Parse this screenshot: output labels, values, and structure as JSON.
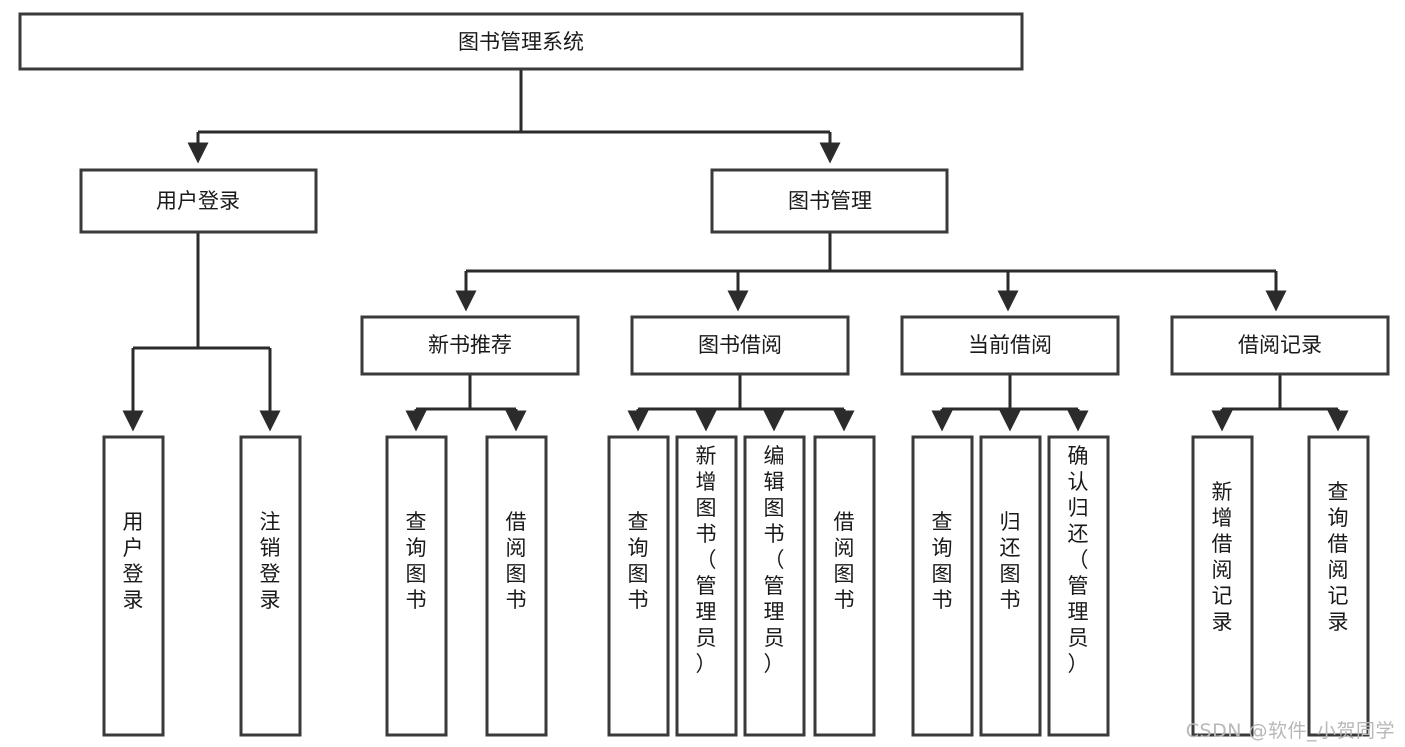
{
  "diagram": {
    "title": "图书管理系统",
    "type": "tree-hierarchy",
    "watermark": "CSDN @软件_小贺同学",
    "colors": {
      "box_stroke": "#3a3a3a",
      "box_fill": "#ffffff",
      "edge": "#2b2b2b",
      "text": "#1a1a1a",
      "watermark": "#b8b8b8",
      "background": "#ffffff"
    },
    "root": {
      "label": "图书管理系统"
    },
    "level2": [
      {
        "label": "用户登录"
      },
      {
        "label": "图书管理"
      }
    ],
    "level3": [
      {
        "label": "新书推荐"
      },
      {
        "label": "图书借阅"
      },
      {
        "label": "当前借阅"
      },
      {
        "label": "借阅记录"
      }
    ],
    "leaves": {
      "user_login": [
        {
          "label": "用户登录"
        },
        {
          "label": "注销登录"
        }
      ],
      "new_book_recommend": [
        {
          "label": "查询图书"
        },
        {
          "label": "借阅图书"
        }
      ],
      "book_borrow": [
        {
          "label": "查询图书"
        },
        {
          "label": "新增图书（管理员）"
        },
        {
          "label": "编辑图书（管理员）"
        },
        {
          "label": "借阅图书"
        }
      ],
      "current_borrow": [
        {
          "label": "查询图书"
        },
        {
          "label": "归还图书"
        },
        {
          "label": "确认归还（管理员）"
        }
      ],
      "borrow_records": [
        {
          "label": "新增借阅记录"
        },
        {
          "label": "查询借阅记录"
        }
      ]
    }
  }
}
